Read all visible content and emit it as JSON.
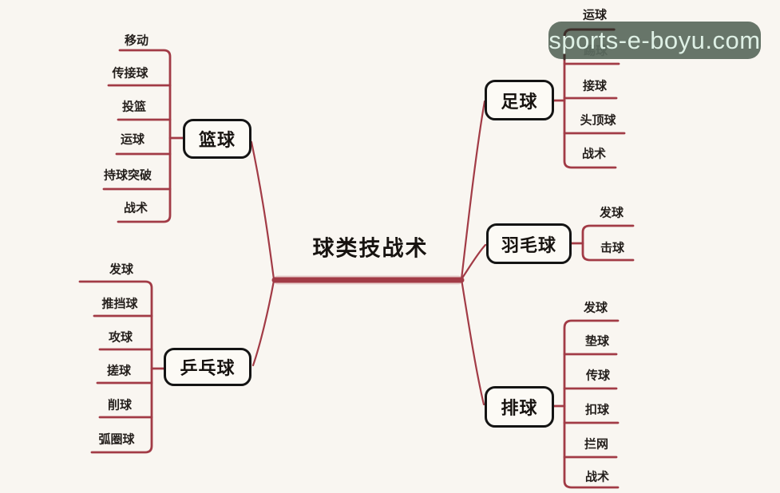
{
  "center": {
    "title": "球类技战术"
  },
  "watermark": {
    "text": "sports-e-boyu.com"
  },
  "colors": {
    "branch_line": "#a23b46",
    "node_border": "#141414",
    "background": "#f9f6f1",
    "watermark_bg": "#5b6b5f",
    "watermark_fg": "#def0e5"
  },
  "branches": [
    {
      "id": "basketball",
      "label": "篮球",
      "side": "left",
      "leaves": [
        "移动",
        "传接球",
        "投篮",
        "运球",
        "持球突破",
        "战术"
      ]
    },
    {
      "id": "table-tennis",
      "label": "乒乓球",
      "side": "left",
      "leaves": [
        "发球",
        "推挡球",
        "攻球",
        "搓球",
        "削球",
        "弧圈球"
      ]
    },
    {
      "id": "football",
      "label": "足球",
      "side": "right",
      "leaves": [
        "运球",
        "踢球",
        "接球",
        "头顶球",
        "战术"
      ]
    },
    {
      "id": "badminton",
      "label": "羽毛球",
      "side": "right",
      "leaves": [
        "发球",
        "击球"
      ]
    },
    {
      "id": "volleyball",
      "label": "排球",
      "side": "right",
      "leaves": [
        "发球",
        "垫球",
        "传球",
        "扣球",
        "拦网",
        "战术"
      ]
    }
  ]
}
